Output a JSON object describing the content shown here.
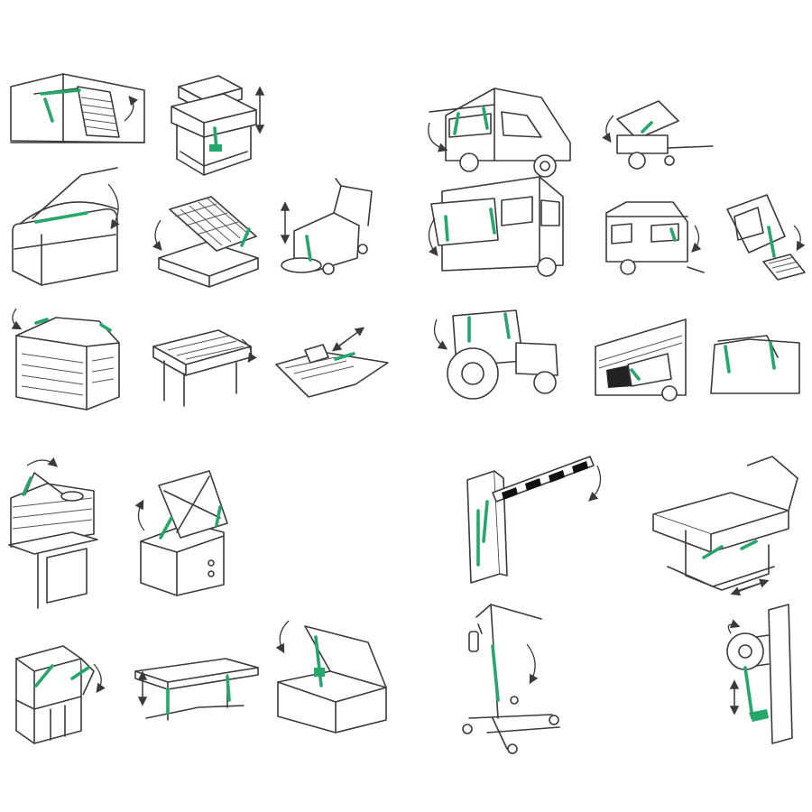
{
  "colors": {
    "line": "#3a3a3a",
    "actuator": "#26a66b",
    "background": "#ffffff"
  },
  "illustrations": [
    "garage-door",
    "lifting-workstation",
    "food-truck-serving-hatch",
    "trailer-tipping-cover",
    "refrigerated-display-case",
    "storage-bed-lift",
    "floor-scrubber",
    "bus-side-door",
    "caravan-window",
    "door-floor-hatch",
    "greenhouse-vent",
    "foosball-table",
    "conveyor-platform",
    "tractor-cab-window",
    "coach-luggage-hatch",
    "car-trunk-lid",
    "workbench-with-lamp-arm",
    "industrial-cooker-lid",
    "parking-barrier",
    "adjustable-treatment-bed",
    "cabinet-flap",
    "height-adjustable-table",
    "skylight-hatch",
    "patient-lift",
    "wall-mounted-tool-arm"
  ]
}
